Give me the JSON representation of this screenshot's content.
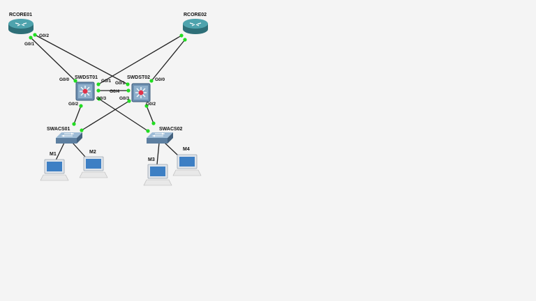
{
  "nodes": [
    {
      "id": "RCORE01",
      "label": "RCORE01",
      "icon": "router-icon"
    },
    {
      "id": "RCORE02",
      "label": "RCORE02",
      "icon": "router-icon"
    },
    {
      "id": "SWDST01",
      "label": "SWDST01",
      "icon": "multilayer-switch-icon"
    },
    {
      "id": "SWDST02",
      "label": "SWDST02",
      "icon": "multilayer-switch-icon"
    },
    {
      "id": "SWACS01",
      "label": "SWACS01",
      "icon": "switch-icon"
    },
    {
      "id": "SWACS02",
      "label": "SWACS02",
      "icon": "switch-icon"
    },
    {
      "id": "M1",
      "label": "M1",
      "icon": "laptop-icon"
    },
    {
      "id": "M2",
      "label": "M2",
      "icon": "laptop-icon"
    },
    {
      "id": "M3",
      "label": "M3",
      "icon": "laptop-icon"
    },
    {
      "id": "M4",
      "label": "M4",
      "icon": "laptop-icon"
    }
  ],
  "ports": [
    "G0/2",
    "G0/1",
    "G0/0",
    "G0/1",
    "G0/1",
    "G0/0",
    "G0/4",
    "G0/2",
    "G0/3",
    "G0/3",
    "G0/2"
  ],
  "colors": {
    "link": "#222222",
    "port_dot": "#22dd22",
    "router": "#3f8f9a",
    "switch": "#5d7fa0"
  }
}
